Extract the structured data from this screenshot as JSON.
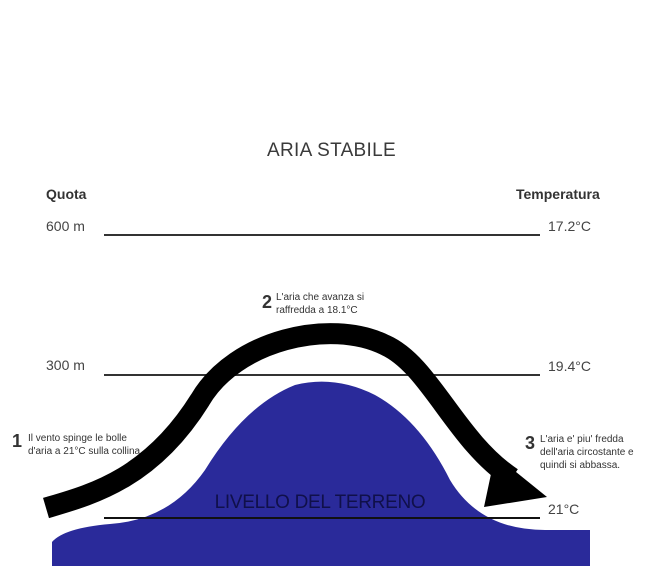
{
  "title": "ARIA STABILE",
  "headers": {
    "altitude": "Quota",
    "temperature": "Temperatura"
  },
  "levels": [
    {
      "altitude": "600 m",
      "temperature": "17.2°C"
    },
    {
      "altitude": "300 m",
      "temperature": "19.4°C"
    },
    {
      "altitude": "",
      "temperature": "21°C"
    }
  ],
  "steps": [
    {
      "number": "1",
      "text": "Il vento spinge le bolle d'aria a 21°C sulla collina"
    },
    {
      "number": "2",
      "text": "L'aria che avanza si raffredda a 18.1°C"
    },
    {
      "number": "3",
      "text": "L'aria e' piu' fredda dell'aria circostante e quindi si abbassa."
    }
  ],
  "ground_label": "LIVELLO DEL TERRENO",
  "colors": {
    "hill": "#2a2a9a",
    "arrow": "#000000",
    "lines": "#333333"
  }
}
